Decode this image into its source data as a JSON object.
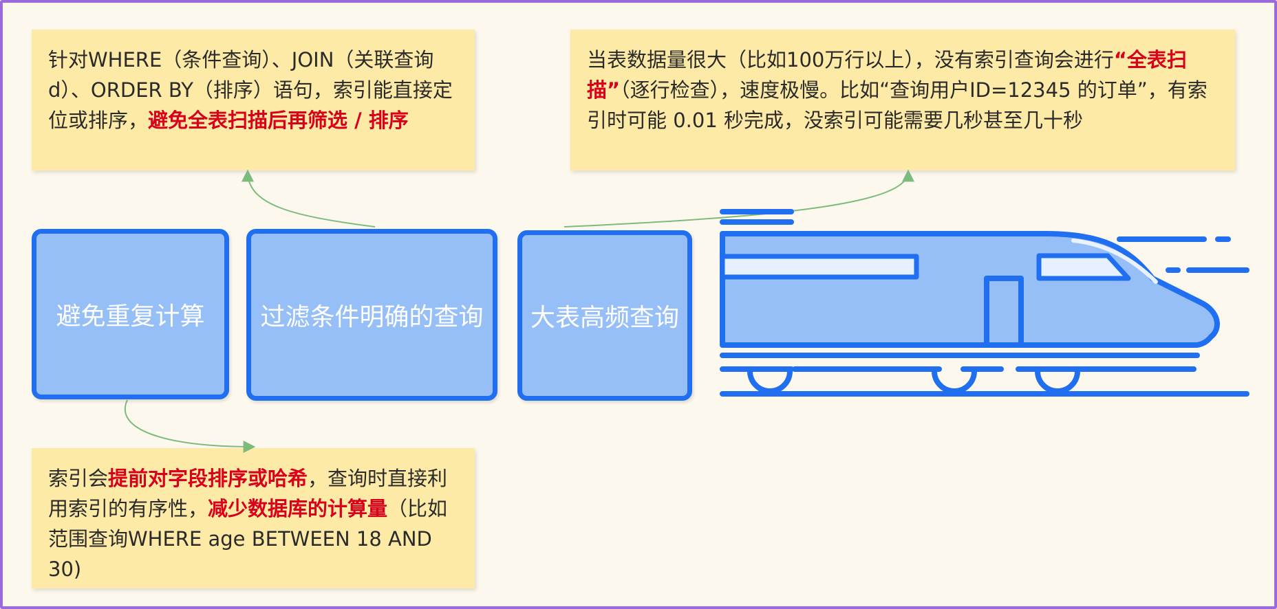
{
  "notes": {
    "top_left": {
      "segments": [
        {
          "text": "针对WHERE（条件查询）、JOIN（关联查询d）、ORDER BY（排序）语句，索引能直接定位或排序，",
          "highlight": false
        },
        {
          "text": "避免全表扫描后再筛选 / 排序",
          "highlight": true
        }
      ]
    },
    "top_right": {
      "segments": [
        {
          "text": "当表数据量很大（比如100万行以上），没有索引查询会进行",
          "highlight": false
        },
        {
          "text": "“全表扫描”",
          "highlight": true
        },
        {
          "text": "（逐行检查），速度极慢。比如“查询用户ID=12345 的订单”，有索引时可能 0.01 秒完成，没索引可能需要几秒甚至几十秒",
          "highlight": false
        }
      ]
    },
    "bottom_left": {
      "segments": [
        {
          "text": "索引会",
          "highlight": false
        },
        {
          "text": "提前对字段排序或哈希",
          "highlight": true
        },
        {
          "text": "，查询时直接利用索引的有序性，",
          "highlight": false
        },
        {
          "text": "减少数据库的计算量",
          "highlight": true
        },
        {
          "text": "（比如范围查询WHERE age BETWEEN 18 AND 30)",
          "highlight": false
        }
      ]
    }
  },
  "boxes": {
    "avoid_repeat": "避免重复计算",
    "filter_query": "过滤条件明确的查询",
    "big_table": "大表高频查询"
  },
  "colors": {
    "note_bg": "#fdeaa6",
    "highlight": "#d9001b",
    "box_fill": "#96bff8",
    "box_border": "#1f6ff0",
    "arrow": "#7dbb7d",
    "frame": "#9b6bdc"
  },
  "icons": [
    "high-speed-train-icon"
  ]
}
